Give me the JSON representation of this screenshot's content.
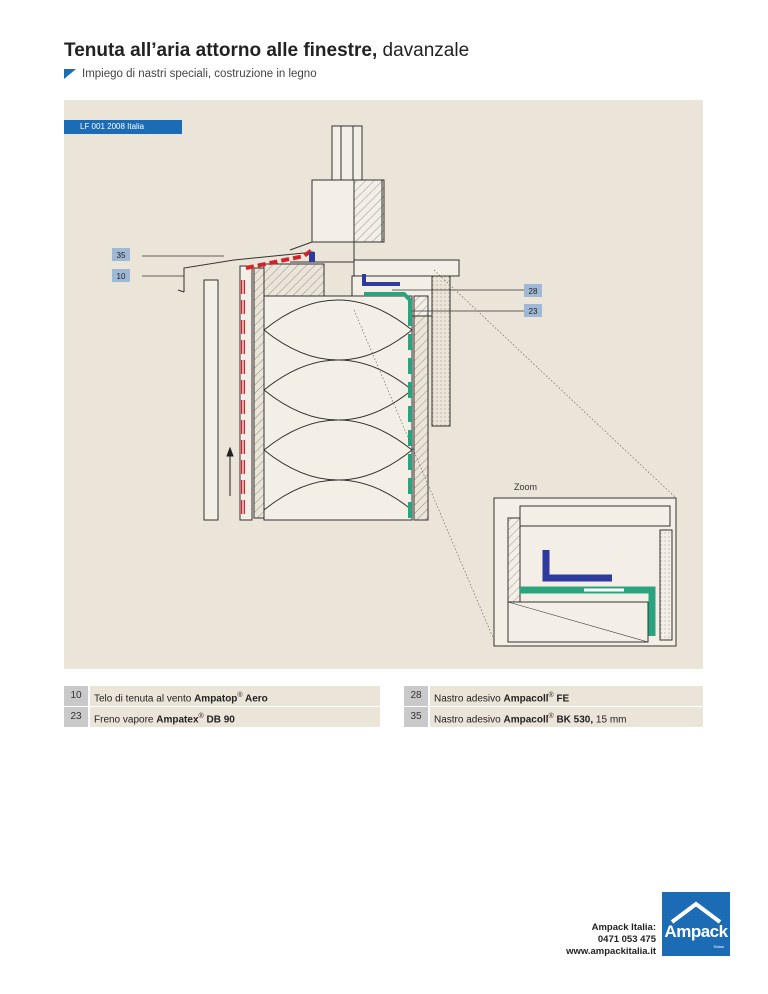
{
  "header": {
    "title_bold": "Tenuta all’aria attorno alle finestre,",
    "title_light": "davanzale",
    "subtitle": "Impiego di nastri speciali, costruzione in legno"
  },
  "diagram": {
    "ref_tag": "LF 001 2008 Italia",
    "callouts": {
      "c35": "35",
      "c10": "10",
      "c28": "28",
      "c23": "23"
    },
    "zoom_label": "Zoom",
    "colors": {
      "panel": "#ebe4d8",
      "accent": "#1c6cb5",
      "red": "#d3232a",
      "green": "#2aa37f",
      "purple": "#2e3a9c"
    }
  },
  "legend": [
    {
      "num": "10",
      "text": "Telo di tenuta al vento ",
      "brand": "Ampatop",
      "after": " Aero",
      "extra": ""
    },
    {
      "num": "28",
      "text": "Nastro adesivo ",
      "brand": "Ampacoll",
      "after": " FE",
      "extra": ""
    },
    {
      "num": "23",
      "text": "Freno vapore ",
      "brand": "Ampatex",
      "after": " DB 90",
      "extra": ""
    },
    {
      "num": "35",
      "text": "Nastro adesivo ",
      "brand": "Ampacoll",
      "after": " BK 530,",
      "extra": " 15 mm"
    }
  ],
  "legend_reg": "®",
  "footer": {
    "line1": "Ampack Italia:",
    "line2": "0471 053 475",
    "line3": "www.ampackitalia.it"
  },
  "logo": {
    "word": "Ampack",
    "sub": "Swiss"
  }
}
